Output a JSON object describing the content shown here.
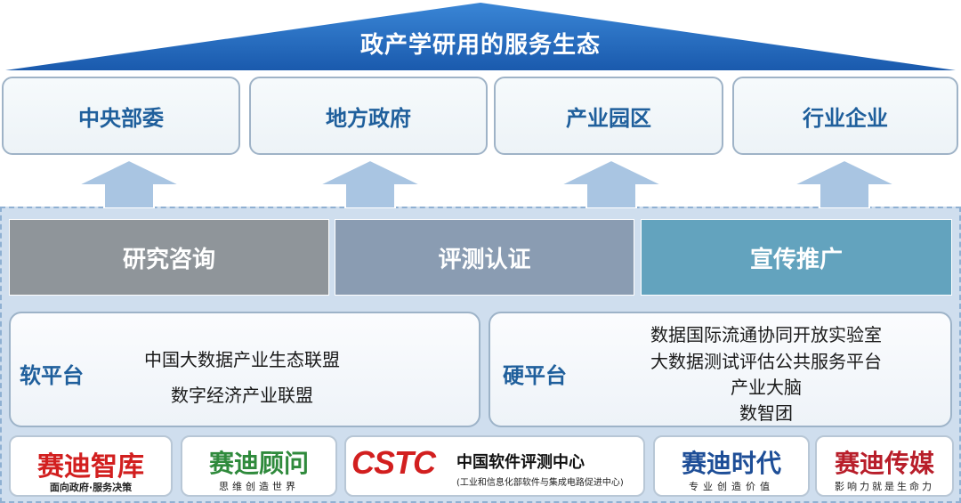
{
  "title": "政产学研用的服务生态",
  "stakeholders": [
    "中央部委",
    "地方政府",
    "产业园区",
    "行业企业"
  ],
  "services": [
    {
      "label": "研究咨询",
      "color": "#8f959a"
    },
    {
      "label": "评测认证",
      "color": "#8a9cb2"
    },
    {
      "label": "宣传推广",
      "color": "#63a3be"
    }
  ],
  "soft_platform": {
    "label": "软平台",
    "items": [
      "中国大数据产业生态联盟",
      "数字经济产业联盟"
    ]
  },
  "hard_platform": {
    "label": "硬平台",
    "items": [
      "数据国际流通协同开放实验室",
      "大数据测试评估公共服务平台",
      "产业大脑",
      "数智团"
    ]
  },
  "logos": {
    "zhiku": {
      "main": "赛迪智库",
      "sub": "面向政府·服务决策"
    },
    "guwen": {
      "main": "赛迪顾问",
      "sub": "思维创造世界"
    },
    "cstc": {
      "mark": "CSTC",
      "name": "中国软件评测中心",
      "sub": "(工业和信息化部软件与集成电路促进中心)"
    },
    "shidai": {
      "main": "赛迪时代",
      "sub": "专业创造价值"
    },
    "chuanmei": {
      "main": "赛迪传媒",
      "sub": "影响力就是生命力"
    }
  },
  "colors": {
    "roof": "#1d63b5",
    "stake_text": "#1f5f9c",
    "panel_bg": "#cfdeee",
    "arrow": "#a9c5e2",
    "logo_red": "#d21f1f",
    "logo_green": "#2f8a3c",
    "logo_blue": "#1e4e97"
  }
}
